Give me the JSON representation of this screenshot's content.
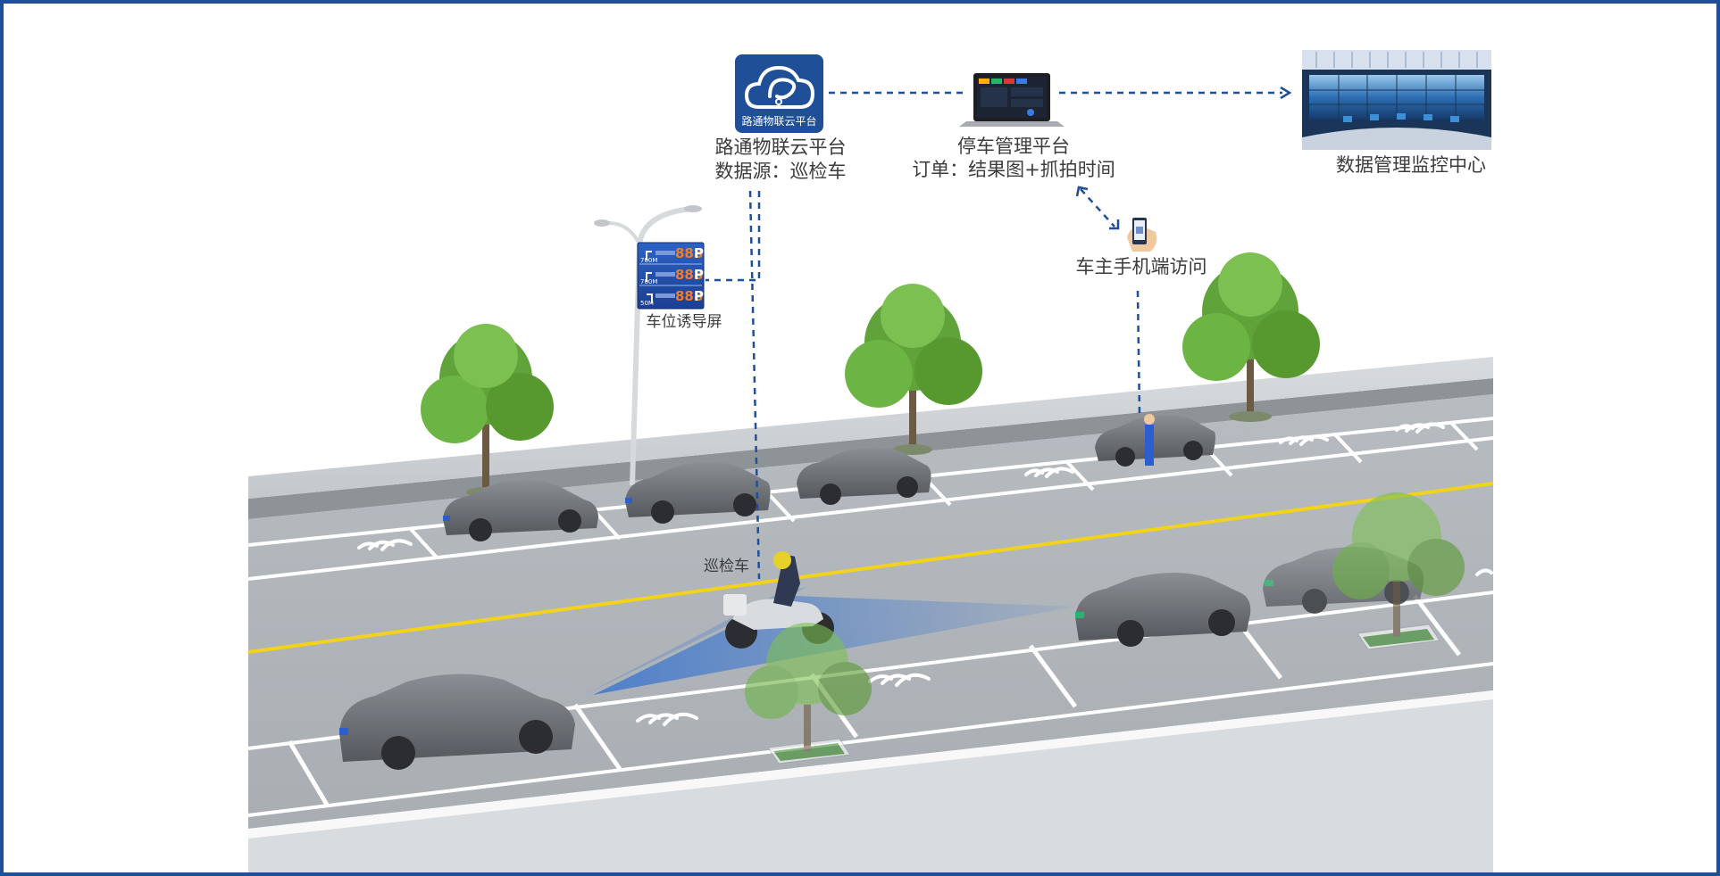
{
  "colors": {
    "border": "#1f4f97",
    "accent_blue": "#1f4f97",
    "road_yellow": "#f2d21b",
    "guidance_digits": "#ff7a1a"
  },
  "cloud_platform": {
    "icon": "cloud-platform-icon",
    "icon_caption": "路通物联云平台",
    "title": "路通物联云平台",
    "subtitle": "数据源：巡检车"
  },
  "parking_platform": {
    "icon": "laptop-icon",
    "title": "停车管理平台",
    "subtitle": "订单：结果图+抓拍时间"
  },
  "monitor_center": {
    "icon": "monitor-wall-icon",
    "title": "数据管理监控中心"
  },
  "mobile_access": {
    "icon": "phone-hand-icon",
    "title": "车主手机端访问"
  },
  "guidance_screen": {
    "icon": "guidance-sign-icon",
    "title": "车位诱导屏",
    "rows": [
      {
        "distance": "700M",
        "digits": "888",
        "unit": "P"
      },
      {
        "distance": "700M",
        "digits": "888",
        "unit": "P"
      },
      {
        "distance": "50M",
        "digits": "888",
        "unit": "P"
      }
    ]
  },
  "patrol_vehicle": {
    "icon": "patrol-motorcycle-icon",
    "label": "巡检车"
  }
}
